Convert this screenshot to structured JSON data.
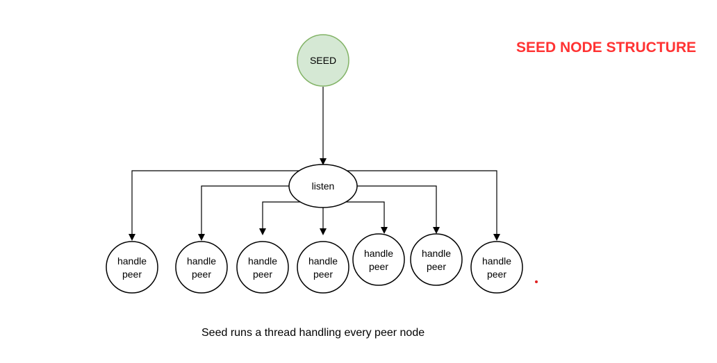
{
  "title": "SEED NODE STRUCTURE",
  "caption": "Seed runs a thread handling every peer node",
  "colors": {
    "title": "#ff3333",
    "seed_fill": "#d5e8d4",
    "seed_stroke": "#82b366",
    "stroke": "#000000",
    "dot": "#e02020"
  },
  "nodes": {
    "seed": {
      "label": "SEED"
    },
    "listen": {
      "label": "listen"
    },
    "handlers": [
      {
        "line1": "handle",
        "line2": "peer"
      },
      {
        "line1": "handle",
        "line2": "peer"
      },
      {
        "line1": "handle",
        "line2": "peer"
      },
      {
        "line1": "handle",
        "line2": "peer"
      },
      {
        "line1": "handle",
        "line2": "peer"
      },
      {
        "line1": "handle",
        "line2": "peer"
      },
      {
        "line1": "handle",
        "line2": "peer"
      }
    ]
  }
}
